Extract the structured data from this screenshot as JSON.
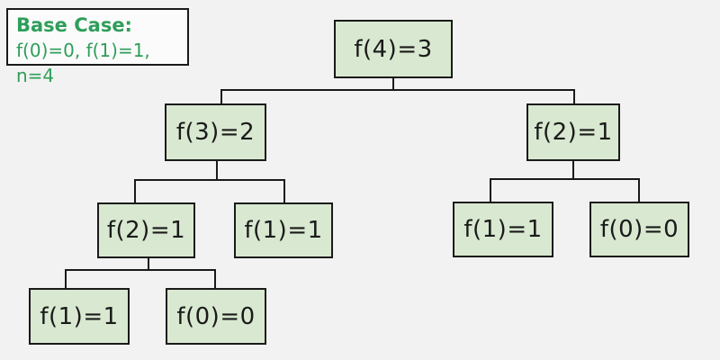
{
  "legend": {
    "heading": "Base Case:",
    "detail": "f(0)=0, f(1)=1, n=4"
  },
  "tree": {
    "root": "f(4)",
    "result": "3",
    "edges": [
      [
        "f(4)=3",
        "f(3)=2"
      ],
      [
        "f(4)=3",
        "f(2)=1 (right)"
      ],
      [
        "f(3)=2",
        "f(2)=1 (left)"
      ],
      [
        "f(3)=2",
        "f(1)=1 (middle)"
      ],
      [
        "f(2)=1 (left)",
        "f(1)=1 (bottom)"
      ],
      [
        "f(2)=1 (left)",
        "f(0)=0 (bottom)"
      ],
      [
        "f(2)=1 (right)",
        "f(1)=1 (right)"
      ],
      [
        "f(2)=1 (right)",
        "f(0)=0 (right)"
      ]
    ]
  },
  "nodes": [
    {
      "id": "f4-root",
      "label": "f(4)=3"
    },
    {
      "id": "f3",
      "label": "f(3)=2"
    },
    {
      "id": "f2-right",
      "label": "f(2)=1"
    },
    {
      "id": "f2-left",
      "label": "f(2)=1"
    },
    {
      "id": "f1-middle",
      "label": "f(1)=1"
    },
    {
      "id": "f1-right",
      "label": "f(1)=1"
    },
    {
      "id": "f0-right",
      "label": "f(0)=0"
    },
    {
      "id": "f1-bottom",
      "label": "f(1)=1"
    },
    {
      "id": "f0-bottom",
      "label": "f(0)=0"
    }
  ],
  "colors": {
    "background": "#f2f2f2",
    "node_fill": "#d9e8d0",
    "node_border": "#1a1a1a",
    "node_text": "#1a1a1a",
    "legend_fill": "#fbfbfb",
    "legend_text": "#2e9e5a",
    "connector": "#1a1a1a"
  }
}
